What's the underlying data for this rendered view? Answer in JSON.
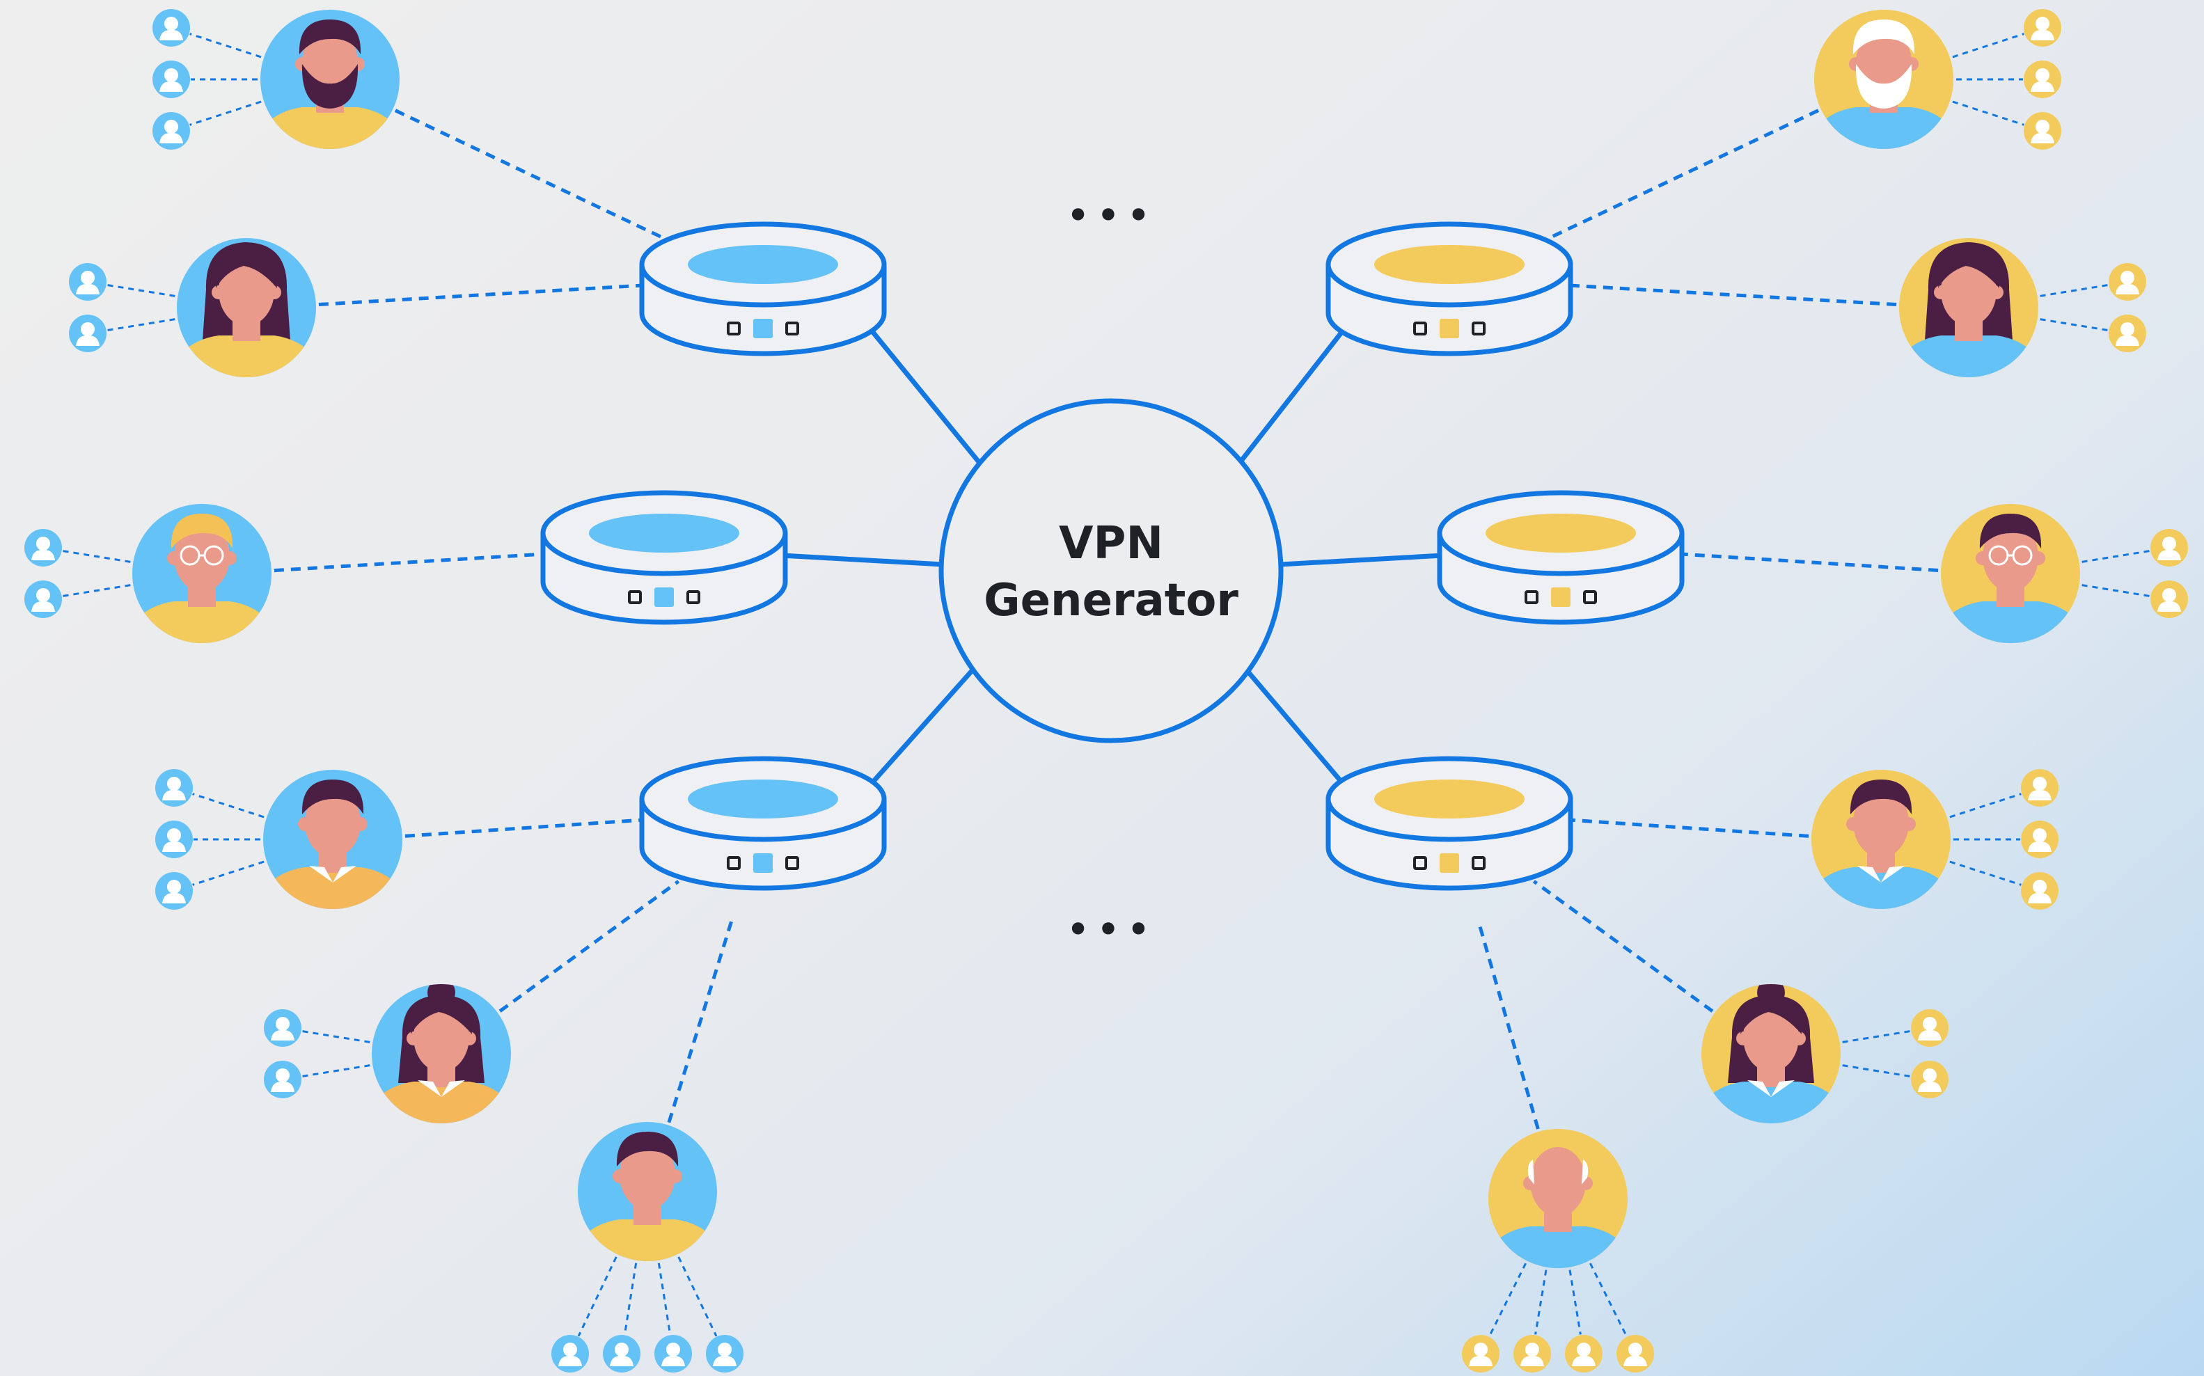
{
  "diagram": {
    "center_label_line1": "VPN",
    "center_label_line2": "Generator",
    "ellipsis_top": "•••",
    "ellipsis_bottom": "•••",
    "colors": {
      "line": "#1277e1",
      "blue_accent": "#64c2f7",
      "yellow_accent": "#f3cb5c",
      "skin": "#e99a8a",
      "hair_dark": "#4b1f44",
      "hair_blonde": "#f3c155",
      "hair_white": "#ffffff"
    },
    "servers": [
      {
        "id": "server-top-left",
        "accent": "blue"
      },
      {
        "id": "server-middle-left",
        "accent": "blue"
      },
      {
        "id": "server-bottom-left",
        "accent": "blue"
      },
      {
        "id": "server-top-right",
        "accent": "yellow"
      },
      {
        "id": "server-middle-right",
        "accent": "yellow"
      },
      {
        "id": "server-bottom-right",
        "accent": "yellow"
      }
    ],
    "users": [
      {
        "id": "user-bearded-man",
        "server": "server-top-left",
        "bg": "blue",
        "sub_users": 3
      },
      {
        "id": "user-woman-long-hair",
        "server": "server-top-left",
        "bg": "blue",
        "sub_users": 2
      },
      {
        "id": "user-blonde-glasses",
        "server": "server-middle-left",
        "bg": "blue",
        "sub_users": 2
      },
      {
        "id": "user-man-collar",
        "server": "server-bottom-left",
        "bg": "blue",
        "sub_users": 3
      },
      {
        "id": "user-woman-bun",
        "server": "server-bottom-left",
        "bg": "blue",
        "sub_users": 2
      },
      {
        "id": "user-young-man",
        "server": "server-bottom-left",
        "bg": "blue",
        "sub_users": 4
      },
      {
        "id": "user-old-man-beard",
        "server": "server-top-right",
        "bg": "yellow",
        "sub_users": 3
      },
      {
        "id": "user-woman-long-hair-2",
        "server": "server-top-right",
        "bg": "yellow",
        "sub_users": 2
      },
      {
        "id": "user-man-glasses",
        "server": "server-middle-right",
        "bg": "yellow",
        "sub_users": 2
      },
      {
        "id": "user-man-collar-2",
        "server": "server-bottom-right",
        "bg": "yellow",
        "sub_users": 3
      },
      {
        "id": "user-woman-bun-2",
        "server": "server-bottom-right",
        "bg": "yellow",
        "sub_users": 2
      },
      {
        "id": "user-bald-man",
        "server": "server-bottom-right",
        "bg": "yellow",
        "sub_users": 4
      }
    ]
  }
}
